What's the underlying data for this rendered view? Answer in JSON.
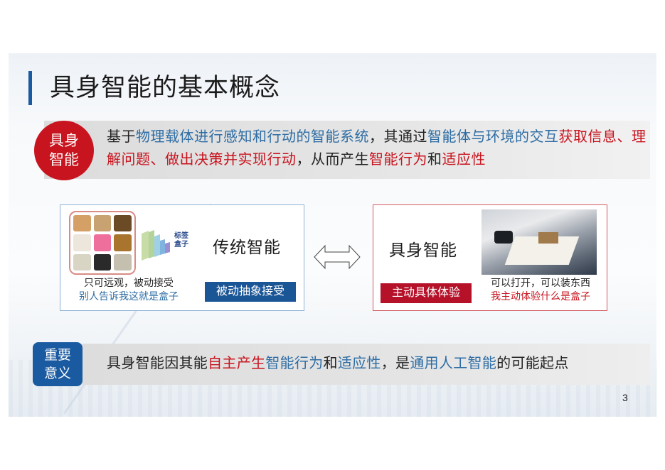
{
  "slide": {
    "title": "具身智能的基本概念",
    "page_number": "3",
    "colors": {
      "accent_blue": "#1a5aa0",
      "accent_red": "#c8141e",
      "text_blue": "#2e6da4"
    }
  },
  "definition": {
    "badge_line1": "具身",
    "badge_line2": "智能",
    "segments": [
      {
        "text": "基于",
        "color": "default"
      },
      {
        "text": "物理载体进行感知和行动的智能系统",
        "color": "blue"
      },
      {
        "text": "，其通过",
        "color": "default"
      },
      {
        "text": "智能体与环境的交互",
        "color": "blue"
      },
      {
        "text": "获取信息、理解问题、做出决策并实现行动",
        "color": "red"
      },
      {
        "text": "，从而产生",
        "color": "default"
      },
      {
        "text": "智能行为",
        "color": "red"
      },
      {
        "text": "和",
        "color": "default"
      },
      {
        "text": "适应性",
        "color": "red"
      }
    ]
  },
  "traditional_card": {
    "title": "传统智能",
    "label_box": "标签盒子",
    "caption_line1": "只可远观，被动接受",
    "caption_line2": "别人告诉我这就是盒子",
    "tag": "被动抽象接受",
    "image_icons": [
      "open-carton",
      "closed-carton",
      "brown-chest",
      "white-box",
      "pink-box",
      "treasure-box",
      "clear-box",
      "foam-box",
      "stacked-boxes"
    ]
  },
  "comparison_arrow": {
    "icon": "double-arrow-icon"
  },
  "embodied_card": {
    "title": "具身智能",
    "caption_line1": "可以打开，可以装东西",
    "caption_line2": "我主动体验什么是盒子",
    "tag": "主动具体体验",
    "image": "robot-gripper-box-photo"
  },
  "importance": {
    "badge_line1": "重要",
    "badge_line2": "意义",
    "segments": [
      {
        "text": "具身智能因其能",
        "color": "default"
      },
      {
        "text": "自主产生",
        "color": "red"
      },
      {
        "text": "智能行为",
        "color": "blue"
      },
      {
        "text": "和",
        "color": "default"
      },
      {
        "text": "适应性",
        "color": "blue"
      },
      {
        "text": "，是",
        "color": "default"
      },
      {
        "text": "通用人工智能",
        "color": "blue"
      },
      {
        "text": "的可能起点",
        "color": "default"
      }
    ]
  }
}
